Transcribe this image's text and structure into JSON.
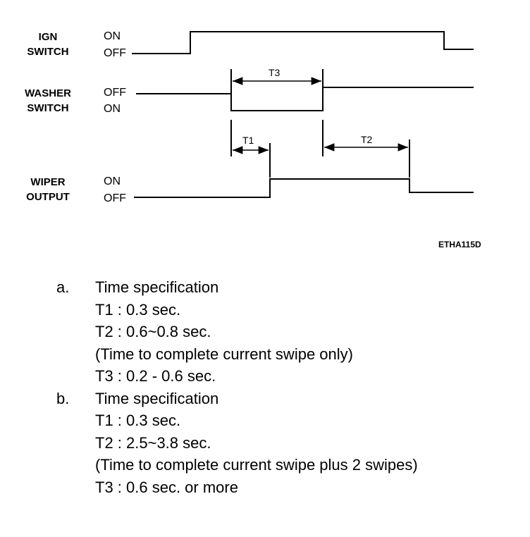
{
  "signals": {
    "ign": {
      "name_line1": "IGN",
      "name_line2": "SWITCH",
      "state_top": "ON",
      "state_bottom": "OFF"
    },
    "washer": {
      "name_line1": "WASHER",
      "name_line2": "SWITCH",
      "state_top": "OFF",
      "state_bottom": "ON"
    },
    "wiper": {
      "name_line1": "WIPER",
      "name_line2": "OUTPUT",
      "state_top": "ON",
      "state_bottom": "OFF"
    }
  },
  "intervals": {
    "t1": "T1",
    "t2": "T2",
    "t3": "T3"
  },
  "figure_code": "ETHA115D",
  "specs": [
    {
      "letter": "a.",
      "heading": "Time specification",
      "t1": "T1 :  0.3 sec.",
      "t2": "T2 :  0.6~0.8 sec.",
      "note": "(Time to complete current swipe only)",
      "t3": "T3 :  0.2 - 0.6 sec."
    },
    {
      "letter": "b.",
      "heading": "Time specification",
      "t1": "T1 :  0.3 sec.",
      "t2": "T2 :  2.5~3.8 sec.",
      "note": "(Time to complete current swipe plus 2 swipes)",
      "t3": "T3 :  0.6 sec.  or more"
    }
  ],
  "colors": {
    "ink": "#000000",
    "background": "#ffffff"
  }
}
